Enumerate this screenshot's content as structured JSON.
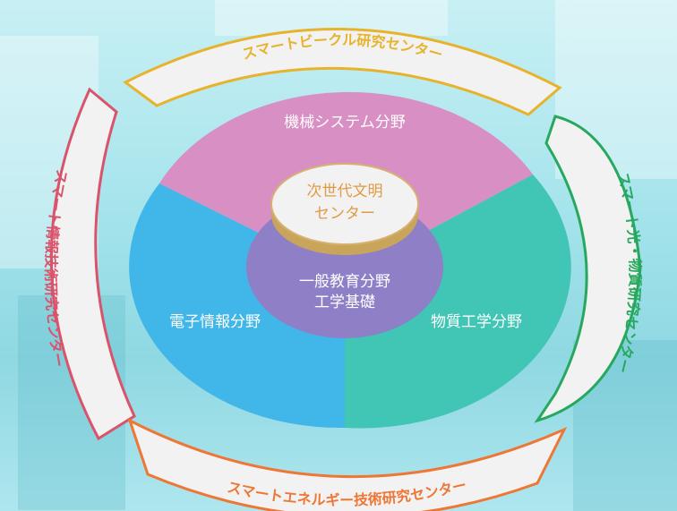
{
  "center": {
    "line1": "次世代文明",
    "line2": "センター",
    "color": "#e09a44"
  },
  "core": {
    "line1": "一般教育分野",
    "line2": "工学基礎",
    "color": "#8e7fc6"
  },
  "sectors": {
    "mechanical": {
      "label": "機械システム分野",
      "color": "#d88fc4"
    },
    "electronic": {
      "label": "電子情報分野",
      "color": "#41b6e8"
    },
    "materials": {
      "label": "物質工学分野",
      "color": "#41c5b4"
    }
  },
  "outer_centers": {
    "vehicle": {
      "label": "スマートビークル研究センター",
      "color": "#e7b32d"
    },
    "information": {
      "label": "スマート情報技術研究センター",
      "color": "#d9546b"
    },
    "photonics": {
      "label": "スマート光・物質研究センター",
      "color": "#28a85e"
    },
    "energy": {
      "label": "スマートエネルギー技術研究センター",
      "color": "#ee7736"
    }
  },
  "icons": [
    "diagram-ring"
  ]
}
